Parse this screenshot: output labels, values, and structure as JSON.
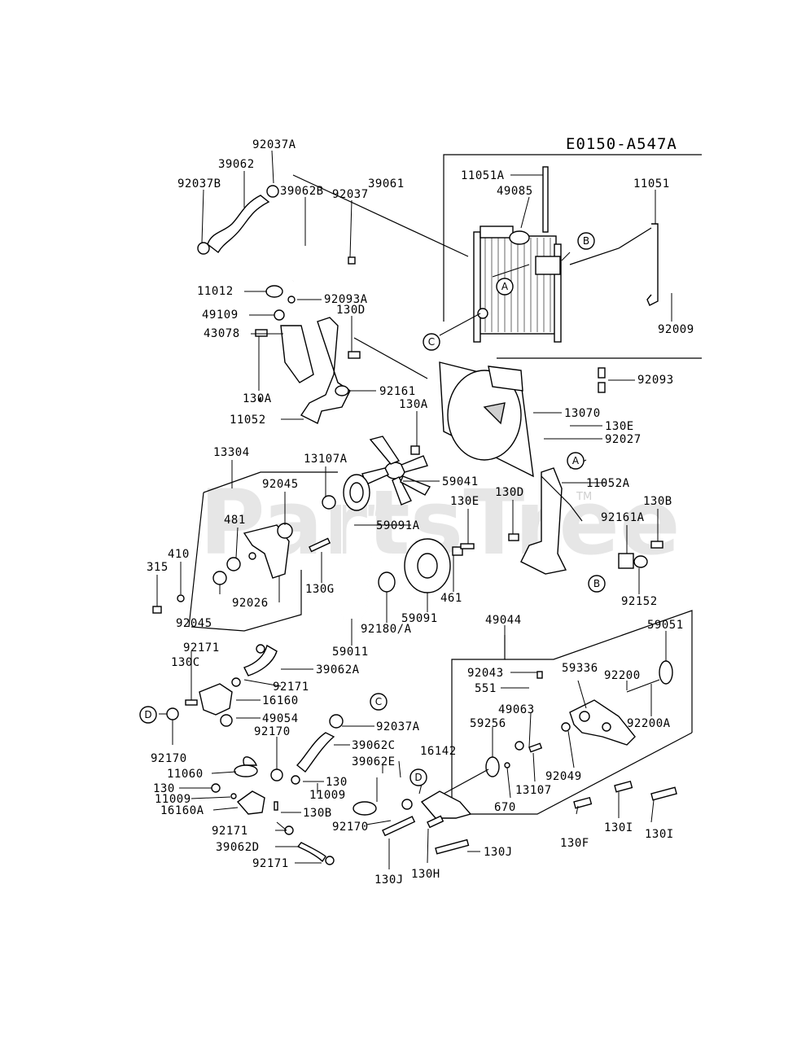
{
  "diagram_code": "E0150-A547A",
  "watermark": "PartsTree",
  "watermark_tm": "TM",
  "callouts": [
    "A",
    "B",
    "C",
    "D"
  ],
  "parts": [
    "92037A",
    "39062",
    "39061",
    "92037B",
    "39062B",
    "92037",
    "11051A",
    "49085",
    "11051",
    "11012",
    "92093A",
    "49109",
    "130D",
    "43078",
    "92009",
    "130A",
    "92161",
    "92093",
    "11052",
    "13070",
    "130E",
    "92027",
    "13304",
    "13107A",
    "59041",
    "11052A",
    "92045",
    "481",
    "59091A",
    "130E",
    "130D",
    "130B",
    "92161A",
    "410",
    "315",
    "130G",
    "461",
    "92026",
    "92045",
    "59091",
    "92152",
    "92180/A",
    "59011",
    "49044",
    "92171",
    "130C",
    "59051",
    "39062A",
    "92200",
    "92043",
    "59336",
    "92171",
    "16160",
    "551",
    "49063",
    "92200A",
    "49054",
    "92037A",
    "59256",
    "92170",
    "39062C",
    "92170",
    "16142",
    "39062E",
    "92049",
    "11060",
    "130",
    "13107",
    "130",
    "11009",
    "11009",
    "670",
    "16160A",
    "130B",
    "92170",
    "130I",
    "130I",
    "92171",
    "130F",
    "39062D",
    "130J",
    "92171",
    "130J",
    "130H",
    "130A"
  ]
}
